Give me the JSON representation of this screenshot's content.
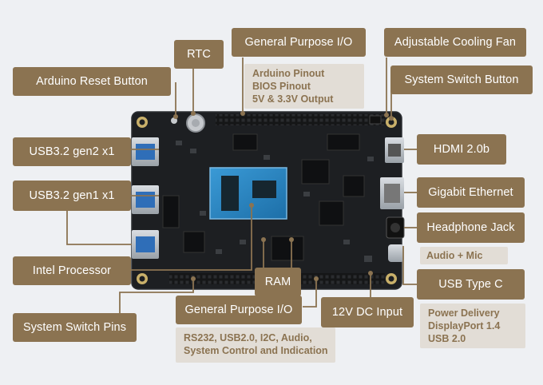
{
  "labels": {
    "rtc": "RTC",
    "gpio_top": "General Purpose I/O",
    "cooling_fan": "Adjustable Cooling Fan",
    "arduino_reset": "Arduino Reset Button",
    "system_switch_button": "System Switch Button",
    "usb32_gen2": "USB3.2 gen2 x1",
    "hdmi": "HDMI 2.0b",
    "usb32_gen1": "USB3.2 gen1 x1",
    "gigabit_ethernet": "Gigabit Ethernet",
    "headphone_jack": "Headphone Jack",
    "intel_processor": "Intel Processor",
    "usb_type_c": "USB Type C",
    "ram": "RAM",
    "system_switch_pins": "System Switch Pins",
    "gpio_bottom": "General Purpose I/O",
    "dc_input": "12V DC Input"
  },
  "notes": {
    "gpio_top": [
      "Arduino Pinout",
      "BIOS Pinout",
      "5V & 3.3V Output"
    ],
    "headphone": [
      "Audio + Mic"
    ],
    "usb_c": [
      "Power Delivery",
      "DisplayPort 1.4",
      "USB 2.0"
    ],
    "gpio_bottom": [
      "RS232, USB2.0, I2C, Audio,",
      "System Control and Indication"
    ]
  },
  "colors": {
    "label_bg": "#8b7351",
    "note_bg": "#e2ddd6",
    "leader": "#8b7351",
    "board": "#1d1f22",
    "cpu": "#2c86c4"
  }
}
